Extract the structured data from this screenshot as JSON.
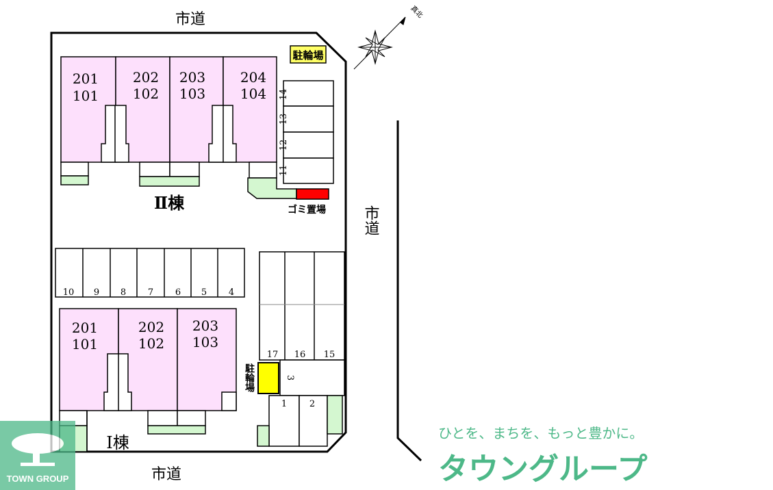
{
  "roads": {
    "top": "市道",
    "right": "市道",
    "bottom": "市道"
  },
  "compass": {
    "label": "真北",
    "icon": "compass-rose-icon"
  },
  "building_2": {
    "name": "Ⅱ棟",
    "units": [
      {
        "upper": "201",
        "lower": "101"
      },
      {
        "upper": "202",
        "lower": "102"
      },
      {
        "upper": "203",
        "lower": "103"
      },
      {
        "upper": "204",
        "lower": "104"
      }
    ]
  },
  "building_1": {
    "name": "Ⅰ棟",
    "units": [
      {
        "upper": "201",
        "lower": "101"
      },
      {
        "upper": "202",
        "lower": "102"
      },
      {
        "upper": "203",
        "lower": "103"
      }
    ]
  },
  "bike_parking_top": "駐輪場",
  "bike_parking_bottom": "駐輪場",
  "garbage": "ゴミ置場",
  "parking": {
    "right_column": [
      "14",
      "13",
      "12",
      "11"
    ],
    "middle_row": [
      "10",
      "9",
      "8",
      "7",
      "6",
      "5",
      "4"
    ],
    "right_block": [
      "17",
      "16",
      "15"
    ],
    "slot3": "3",
    "bottom": [
      "1",
      "2"
    ]
  },
  "watermark": {
    "slogan": "ひとを、まちを、もっと豊かに。",
    "brand_jp": "タウングループ",
    "brand_en": "TOWN GROUP"
  },
  "colors": {
    "unit": "#fde0fc",
    "green": "#d4f7d0",
    "yellow": "#ffff00",
    "garbage": "#ff0000",
    "brand": "#4db888"
  }
}
